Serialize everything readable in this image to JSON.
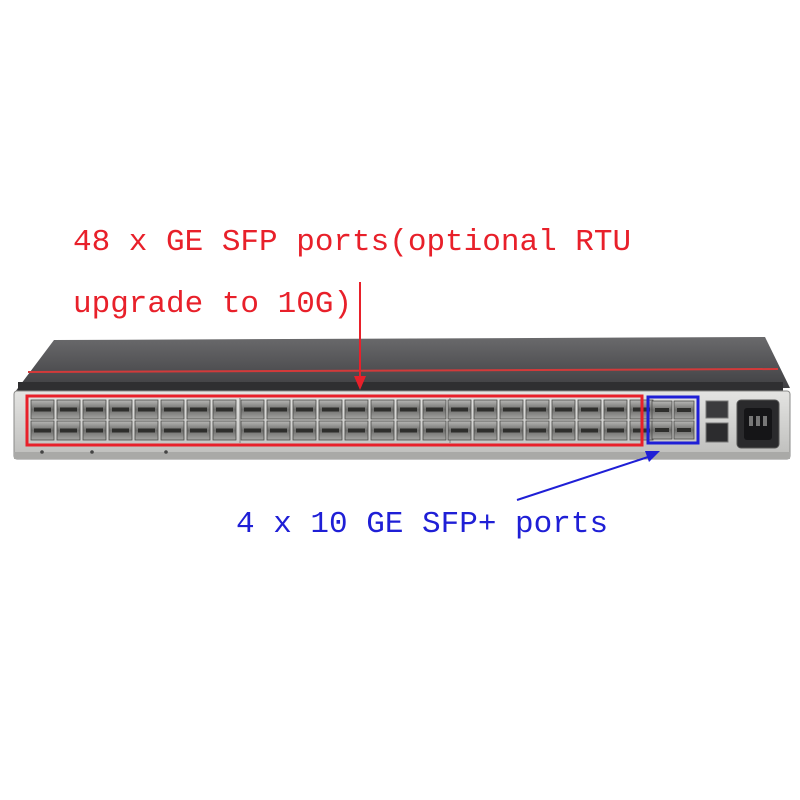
{
  "image": {
    "subject": "rack switch front panel",
    "annotations": {
      "sfp_ports": {
        "line1": "48 x GE SFP ports(optional RTU",
        "line2": "upgrade to 10G)",
        "color": "#e8202a"
      },
      "sfp_plus_ports": {
        "text": "4 x 10 GE SFP+ ports",
        "color": "#1f1fd6"
      }
    },
    "colors": {
      "chassis_top": "#5b5b5d",
      "front_panel": "#d8d8d6",
      "accent_stripe": "#d23a3a",
      "port_cage": "#8e8e8c"
    },
    "port_groups": {
      "sfp_columns_per_block": 8,
      "sfp_blocks": 3,
      "sfp_rows": 2,
      "sfp_plus_columns": 2,
      "sfp_plus_rows": 2
    }
  }
}
